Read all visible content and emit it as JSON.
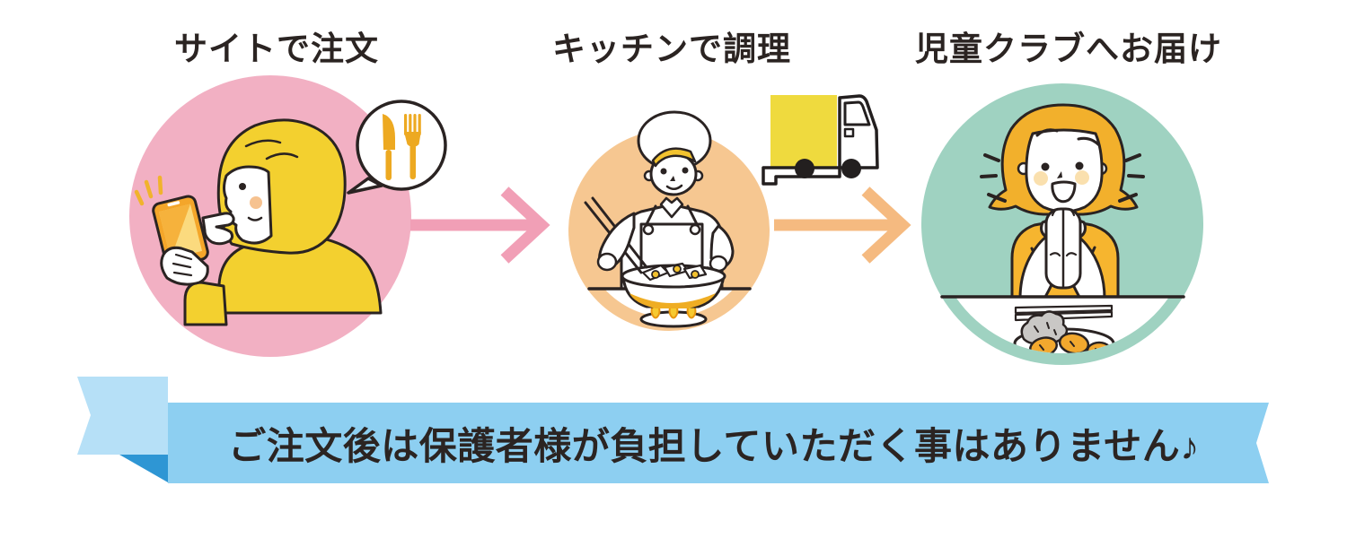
{
  "steps": [
    {
      "title": "サイトで注文",
      "illustration": "mother-ordering-on-smartphone",
      "circle_color": "#F2B0C3"
    },
    {
      "title": "キッチンで調理",
      "illustration": "chef-cooking-in-kitchen",
      "circle_color": "#F6C791"
    },
    {
      "title": "児童クラブへお届け",
      "illustration": "child-receiving-meal",
      "circle_color": "#9FD2C1"
    }
  ],
  "arrows": [
    {
      "name": "arrow-step1-to-step2",
      "color": "#F19FB6"
    },
    {
      "name": "arrow-step2-to-step3",
      "color": "#F5BA80"
    }
  ],
  "decorations": {
    "speech_bubble_icons": [
      "knife-icon",
      "fork-icon"
    ],
    "cutlery_color": "#EDA921",
    "truck_icon": "delivery-truck-icon",
    "truck_cargo_color": "#EFDA3E",
    "outline_color": "#2A2322",
    "yellow_clothes_color": "#F3D02F",
    "child_hair_color": "#F2B02C"
  },
  "banner": {
    "text": "ご注文後は保護者様が負担していただく事はありません♪",
    "band_color": "#8DCFF1",
    "tail_color": "#B6E0F7",
    "fold_color": "#2E96D4",
    "text_color": "#2B2422"
  }
}
